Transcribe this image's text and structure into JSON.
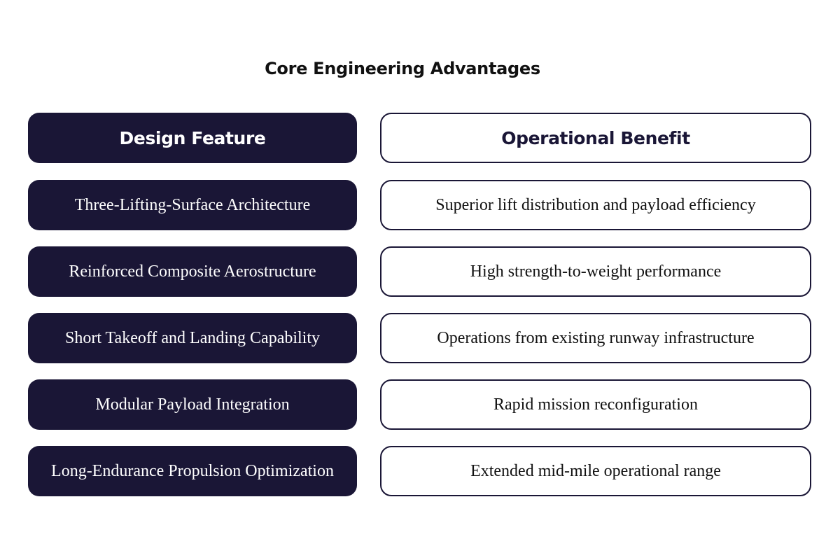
{
  "title": "Core Engineering Advantages",
  "colors": {
    "dark": "#1a1636",
    "light": "#ffffff",
    "text_dark": "#111111"
  },
  "header": {
    "left": "Design Feature",
    "right": "Operational Benefit"
  },
  "rows": [
    {
      "feature": "Three-Lifting-Surface Architecture",
      "benefit": "Superior lift distribution and payload efficiency"
    },
    {
      "feature": "Reinforced Composite Aerostructure",
      "benefit": "High strength-to-weight performance"
    },
    {
      "feature": "Short Takeoff and Landing Capability",
      "benefit": "Operations from existing runway infrastructure"
    },
    {
      "feature": "Modular Payload Integration",
      "benefit": "Rapid mission reconfiguration"
    },
    {
      "feature": "Long-Endurance Propulsion Optimization",
      "benefit": "Extended mid-mile operational range"
    }
  ]
}
